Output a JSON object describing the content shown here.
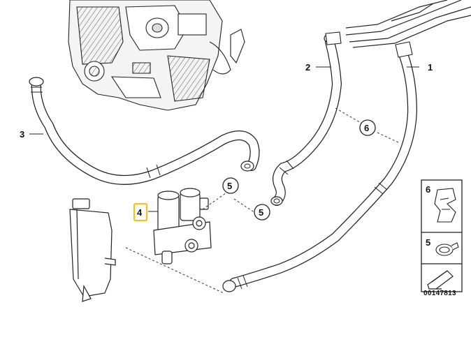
{
  "diagram": {
    "callouts": {
      "c1": "1",
      "c2": "2",
      "c3": "3",
      "c4": "4",
      "c5a": "5",
      "c5b": "5",
      "c6": "6"
    },
    "legend": {
      "item6": "6",
      "item5": "5"
    },
    "drawing_number": "00147813",
    "highlight_color": "#f0c419"
  }
}
